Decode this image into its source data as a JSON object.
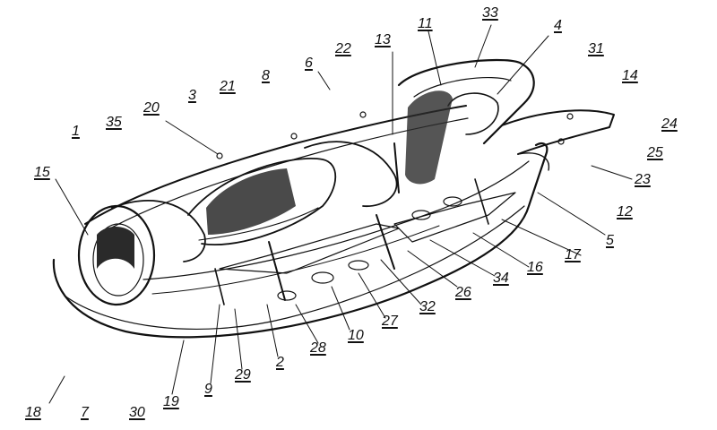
{
  "diagram": {
    "callouts": {
      "c1": "1",
      "c2": "2",
      "c3": "3",
      "c4": "4",
      "c5": "5",
      "c6": "6",
      "c7": "7",
      "c8": "8",
      "c9": "9",
      "c10": "10",
      "c11": "11",
      "c12": "12",
      "c13": "13",
      "c14": "14",
      "c15": "15",
      "c16": "16",
      "c17": "17",
      "c18": "18",
      "c19": "19",
      "c20": "20",
      "c21": "21",
      "c22": "22",
      "c23": "23",
      "c24": "24",
      "c25": "25",
      "c26": "26",
      "c27": "27",
      "c28": "28",
      "c29": "29",
      "c30": "30",
      "c31": "31",
      "c32": "32",
      "c33": "33",
      "c34": "34",
      "c35": "35"
    },
    "colors": {
      "ink": "#111111",
      "paper": "#ffffff",
      "shade": "#2a2a2a"
    }
  }
}
